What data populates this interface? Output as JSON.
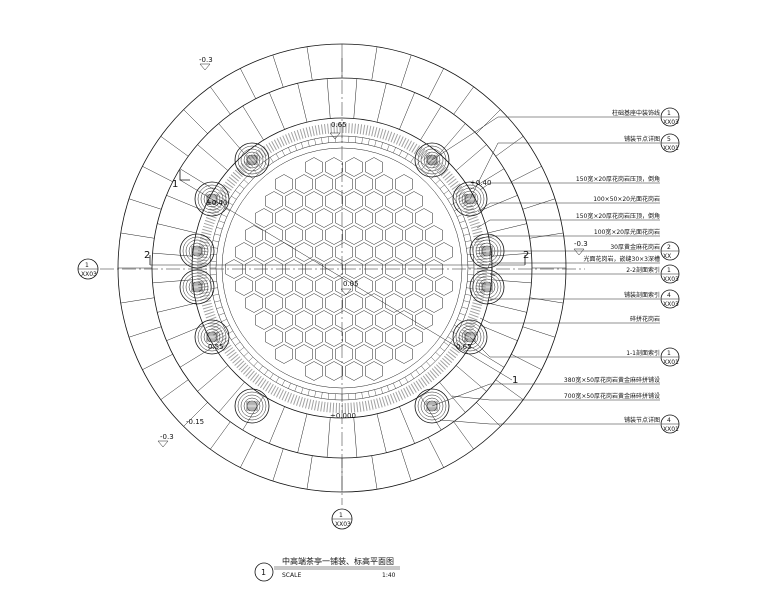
{
  "drawing": {
    "title": "中高端茶亭一铺装、标高平面图",
    "number": "1",
    "scale_label": "SCALE",
    "scale_value": "1:40"
  },
  "levels": {
    "top_left": "-0.3",
    "left_mid": "±0.40",
    "inner_top": "0.65",
    "right_top": "+0.40",
    "center": "0.05",
    "left_low": "0.55",
    "right_low": "0.65",
    "right_side": "-0.3",
    "bottom_center": "±0.000",
    "bottom_left_a": "-0.15",
    "bottom_left_b": "-0.3"
  },
  "cut_marks": {
    "sec1": "1",
    "sec2": "2"
  },
  "detail_refs": {
    "left": {
      "num": "1",
      "sheet": "XX03"
    },
    "bottom": {
      "num": "1",
      "sheet": "XX03"
    },
    "r1": {
      "num": "1",
      "sheet": "XX03"
    },
    "r2": {
      "num": "5",
      "sheet": "XX01"
    },
    "r3": {
      "num": "2",
      "sheet": "XX"
    },
    "r4": {
      "num": "1",
      "sheet": "XX03"
    },
    "r5": {
      "num": "4",
      "sheet": "XX03"
    },
    "r6": {
      "num": "1",
      "sheet": "XX01"
    },
    "r7": {
      "num": "4",
      "sheet": "XX01"
    }
  },
  "notes": [
    "柱础基座中装饰线",
    "铺装节点详图",
    "150宽×20厚花岗岩压顶，倒角",
    "100×50×20光面花岗岩",
    "150宽×20厚花岗岩压顶，倒角",
    "100宽×20厚光面花岗岩",
    "30厚黄金麻花岗岩",
    "光面花岗岩，嵌缝30×3深槽",
    "2-2剖面索引",
    "铺装剖面索引",
    "碎拼花岗岩",
    "1-1剖面索引",
    "380宽×50厚花岗岩黄金麻碎拼铺设",
    "700宽×50厚花岗岩黄金麻碎拼铺设",
    "铺装节点详图"
  ]
}
